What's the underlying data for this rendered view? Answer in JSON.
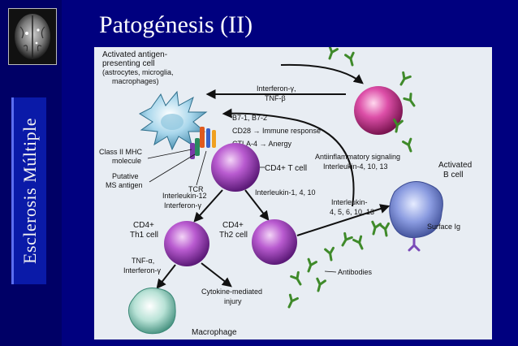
{
  "slide": {
    "title": "Patogénesis (II)",
    "side_title": "Esclerosis Múltiple"
  },
  "diagram": {
    "apc_label_1": "Activated antigen-",
    "apc_label_2": "presenting cell",
    "apc_label_3": "(astrocytes, microglia,",
    "apc_label_4": "macrophages)",
    "ifn_tnf_1": "Interferon-γ,",
    "ifn_tnf_2": "TNF-β",
    "b7": "B7-1, B7-2",
    "cd28": "CD28 → Immune response",
    "ctla4": "CTLA-4 → Anergy",
    "mhc_1": "Class II MHC",
    "mhc_2": "molecule",
    "antigen_1": "Putative",
    "antigen_2": "MS antigen",
    "tcr": "TCR",
    "cd4t": "CD4+ T cell",
    "antiinfl_1": "Antiinflammatory signaling",
    "antiinfl_2": "Interleukin-4, 10, 13",
    "bcell_1": "Activated",
    "bcell_2": "B cell",
    "il12_1": "Interleukin-12",
    "il12_2": "Interferon-γ",
    "il1410": "Interleukin-1, 4, 10",
    "il_b_1": "Interleukin-",
    "il_b_2": "4, 5, 6, 10, 13",
    "surface_ig": "Surface Ig",
    "th1_1": "CD4+",
    "th1_2": "Th1 cell",
    "th2_1": "CD4+",
    "th2_2": "Th2 cell",
    "tnfa_1": "TNF-α,",
    "tnfa_2": "Interferon-γ",
    "cytokine_1": "Cytokine-mediated",
    "cytokine_2": "injury",
    "antibodies": "Antibodies",
    "macrophage": "Macrophage"
  },
  "colors": {
    "background": "#00007f",
    "figure_bg": "#e8edf3",
    "cell_purple": "#a23fb8",
    "cell_pink": "#d23f9a",
    "antibody_green": "#3f8a2a",
    "b_cell": "#6b7dc8"
  }
}
